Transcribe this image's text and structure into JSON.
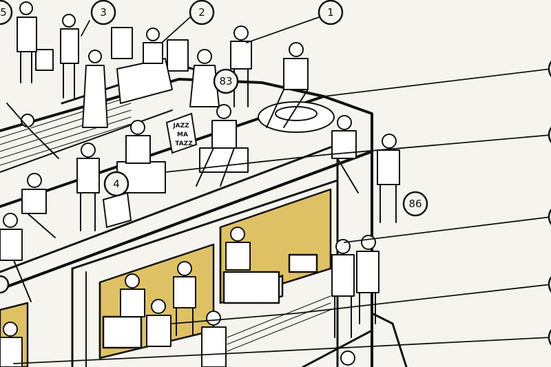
{
  "illustration": {
    "colors": {
      "background": "#f6f4ee",
      "ink": "#111111",
      "room_floor": "#dfc165"
    },
    "callouts": [
      {
        "label": "5"
      },
      {
        "label": "3"
      },
      {
        "label": "2"
      },
      {
        "label": "1"
      },
      {
        "label": "83"
      },
      {
        "label": "4"
      },
      {
        "label": "86"
      }
    ],
    "signs": {
      "jazz_sign": [
        "JAZZ",
        "MA",
        "TAZZ"
      ]
    }
  }
}
